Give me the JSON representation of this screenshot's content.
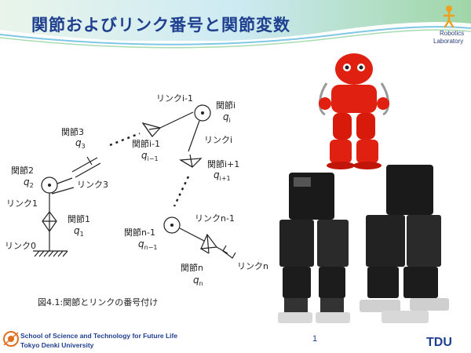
{
  "slide": {
    "title": "関節およびリンク番号と関節変数",
    "logo": {
      "line1": "Robotics",
      "line2": "Laboratory"
    },
    "caption": "図4.1:関節とリンクの番号付け",
    "footer": {
      "line1": "School of  Science and Technology for Future Life",
      "line2": "Tokyo  Denki University",
      "page_number": "1",
      "brand": "TDU"
    }
  },
  "diagram": {
    "labels": {
      "link0": "リンク0",
      "link1": "リンク1",
      "joint1": "関節1",
      "q1": "q",
      "q1_sub": "1",
      "joint2": "関節2",
      "q2": "q",
      "q2_sub": "2",
      "link3": "リンク3",
      "joint3": "関節3",
      "q3": "q",
      "q3_sub": "3",
      "joint_i_minus_1": "関節i-1",
      "q_i_minus_1": "q",
      "q_i_minus_1_sub": "i−1",
      "link_i_minus_1": "リンクi-1",
      "joint_i": "関節i",
      "q_i": "q",
      "q_i_sub": "i",
      "link_i": "リンクi",
      "joint_i_plus_1": "関節i+1",
      "q_i_plus_1": "q",
      "q_i_plus_1_sub": "i+1",
      "link_n_minus_1": "リンクn-1",
      "joint_n_minus_1": "関節n-1",
      "q_n_minus_1": "q",
      "q_n_minus_1_sub": "n−1",
      "joint_n": "関節n",
      "q_n": "q",
      "q_n_sub": "n",
      "link_n": "リンクn"
    }
  }
}
